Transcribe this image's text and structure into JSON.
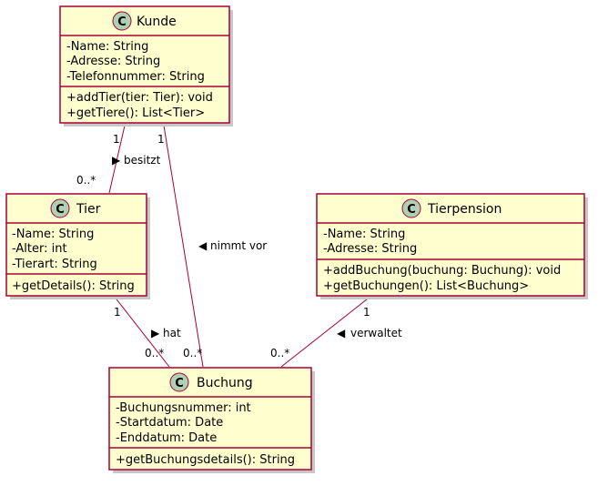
{
  "diagram": {
    "type": "uml-class",
    "colors": {
      "class_fill": "#FEFECE",
      "class_border": "#A80036",
      "edge": "#A80036",
      "circle_fill": "#ADD1B2",
      "circle_border": "#A80036",
      "shadow": "#C8C8C8"
    },
    "classes": {
      "kunde": {
        "name": "Kunde",
        "stereotype_letter": "C",
        "attributes": [
          "-Name: String",
          "-Adresse: String",
          "-Telefonnummer: String"
        ],
        "methods": [
          "+addTier(tier: Tier): void",
          "+getTiere(): List<Tier>"
        ]
      },
      "tier": {
        "name": "Tier",
        "stereotype_letter": "C",
        "attributes": [
          "-Name: String",
          "-Alter: int",
          "-Tierart: String"
        ],
        "methods": [
          "+getDetails(): String"
        ]
      },
      "tierpension": {
        "name": "Tierpension",
        "stereotype_letter": "C",
        "attributes": [
          "-Name: String",
          "-Adresse: String"
        ],
        "methods": [
          "+addBuchung(buchung: Buchung): void",
          "+getBuchungen(): List<Buchung>"
        ]
      },
      "buchung": {
        "name": "Buchung",
        "stereotype_letter": "C",
        "attributes": [
          "-Buchungsnummer: int",
          "-Startdatum: Date",
          "-Enddatum: Date"
        ],
        "methods": [
          "+getBuchungsdetails(): String"
        ]
      }
    },
    "associations": {
      "kunde_tier": {
        "label": "besitzt",
        "direction_glyph": "▶",
        "source_mult": "1",
        "target_mult": "0..*"
      },
      "kunde_buchung": {
        "label": "nimmt vor",
        "direction_glyph": "◀",
        "source_mult": "1",
        "target_mult": "0..*"
      },
      "tier_buchung": {
        "label": "hat",
        "direction_glyph": "▶",
        "source_mult": "1",
        "target_mult": "0..*"
      },
      "tierpension_buchung": {
        "label": "verwaltet",
        "direction_glyph": "◀",
        "source_mult": "1",
        "target_mult": "0..*"
      }
    }
  }
}
